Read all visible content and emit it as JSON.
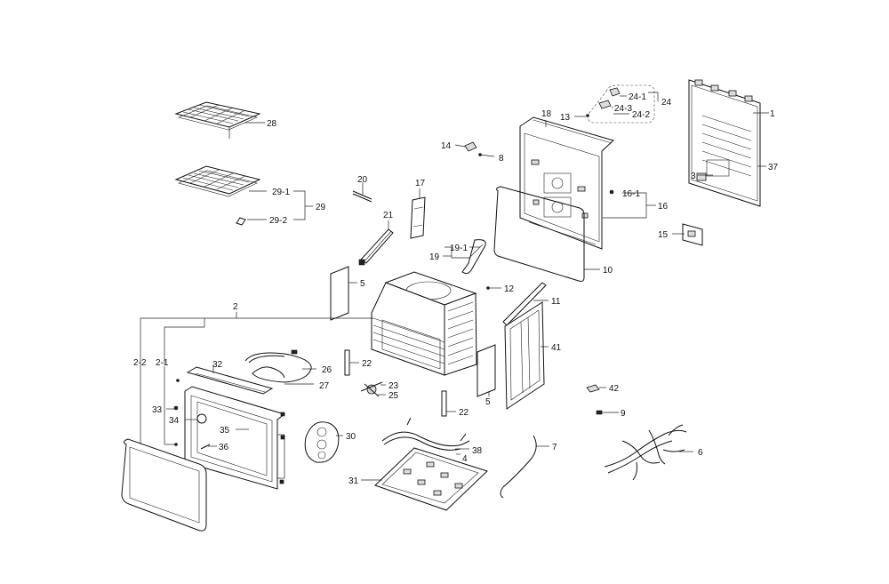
{
  "labels": {
    "l1": "1",
    "l2": "2",
    "l2_1": "2-1",
    "l2_2": "2-2",
    "l3": "3",
    "l4": "4",
    "l5a": "5",
    "l5b": "5",
    "l6": "6",
    "l7": "7",
    "l8": "8",
    "l9": "9",
    "l10": "10",
    "l11": "11",
    "l12": "12",
    "l13": "13",
    "l14": "14",
    "l15": "15",
    "l16": "16",
    "l16_1": "16-1",
    "l17": "17",
    "l18": "18",
    "l19": "19",
    "l19_1": "19-1",
    "l20": "20",
    "l21": "21",
    "l22a": "22",
    "l22b": "22",
    "l23": "23",
    "l24": "24",
    "l24_1": "24-1",
    "l24_2": "24-2",
    "l24_3": "24-3",
    "l25": "25",
    "l26": "26",
    "l27": "27",
    "l28": "28",
    "l29": "29",
    "l29_1": "29-1",
    "l29_2": "29-2",
    "l30": "30",
    "l31": "31",
    "l32": "32",
    "l33": "33",
    "l34": "34",
    "l35": "35",
    "l36": "36",
    "l37": "37",
    "l38": "38",
    "l41": "41",
    "l42": "42"
  }
}
